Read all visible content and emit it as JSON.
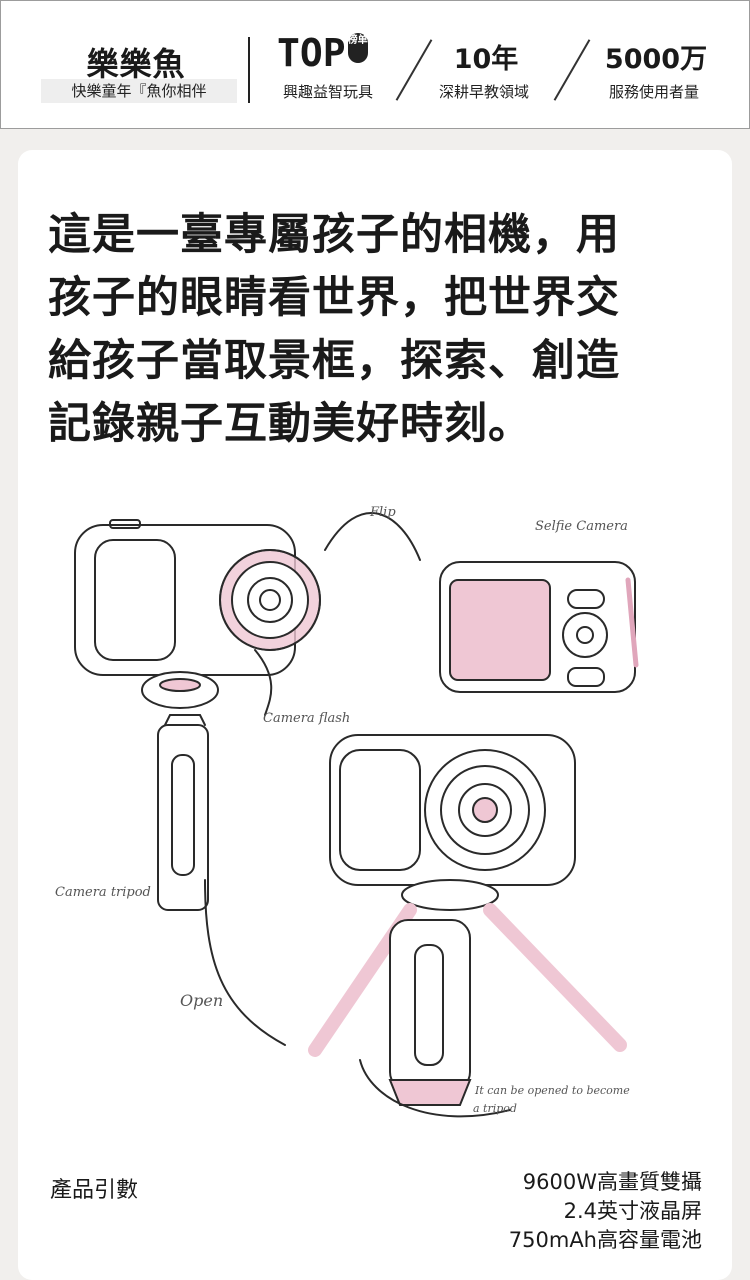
{
  "header": {
    "brand_title": "樂樂魚",
    "brand_slogan": "快樂童年『魚你相伴",
    "stats": [
      {
        "main": "TOP",
        "badge": "榜单",
        "sub": "興趣益智玩具"
      },
      {
        "main": "10年",
        "sub": "深耕早教領域"
      },
      {
        "main": "5000万",
        "sub": "服務使用者量"
      }
    ]
  },
  "headline": {
    "lines": [
      "這是一臺專屬孩子的相機，用",
      "孩子的眼睛看世界，把世界交",
      "給孩子當取景框，探索、創造",
      "記錄親子互動美好時刻。"
    ]
  },
  "sketch": {
    "labels": {
      "flip": "Flip",
      "selfie": "Selfie Camera",
      "flash": "Camera flash",
      "tripod": "Camera tripod",
      "open": "Open",
      "note_line1": "It can be opened to become",
      "note_line2": "a tripod"
    }
  },
  "specs": {
    "label": "產品引數",
    "items": [
      "9600W高畫質雙攝",
      "2.4英寸液晶屏",
      "750mAh高容量電池"
    ]
  },
  "colors": {
    "accent_pink": "#efc7d4",
    "ink": "#2a2a2a"
  }
}
